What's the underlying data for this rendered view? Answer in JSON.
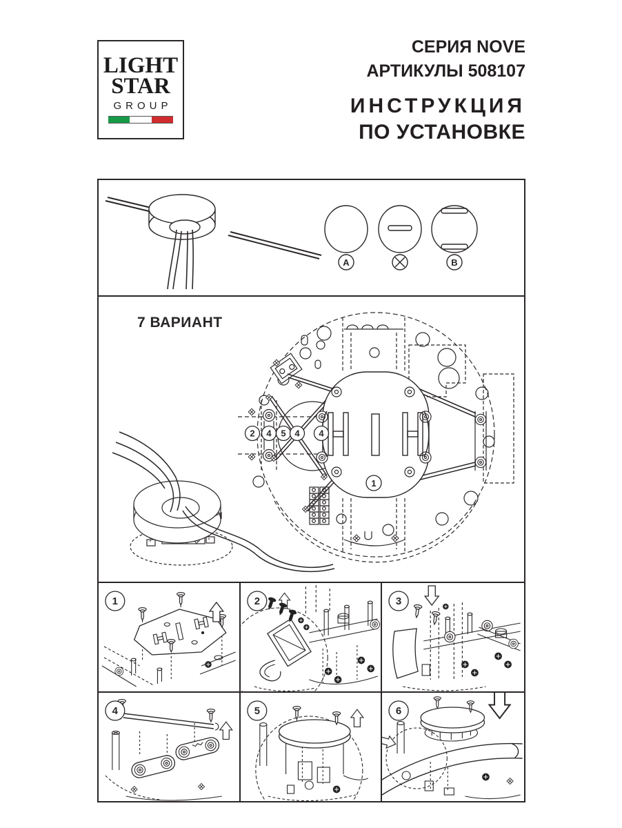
{
  "colors": {
    "ink": "#2a2627",
    "flag_green": "#169a47",
    "flag_white": "#ffffff",
    "flag_red": "#d02c2f"
  },
  "logo": {
    "line1": "LIGHT",
    "line2": "STAR",
    "line3": "GROUP"
  },
  "header": {
    "series": "СЕРИЯ NOVE",
    "articles": "АРТИКУЛЫ 508107",
    "instruction_line1": "ИНСТРУКЦИЯ",
    "instruction_line2": "ПО УСТАНОВКЕ"
  },
  "mount_panel": {
    "label_a": "A",
    "label_b": "B"
  },
  "variant_panel": {
    "title": "7 ВАРИАНТ",
    "callouts_row": [
      "2",
      "4",
      "5",
      "4",
      "4"
    ],
    "plate_callout": "1"
  },
  "steps": [
    {
      "number": "1"
    },
    {
      "number": "2"
    },
    {
      "number": "3"
    },
    {
      "number": "4"
    },
    {
      "number": "5"
    },
    {
      "number": "6"
    }
  ]
}
